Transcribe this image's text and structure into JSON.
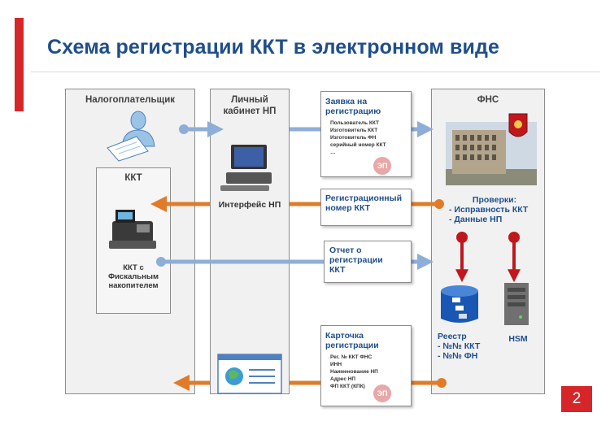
{
  "title": "Схема регистрации ККТ в электронном виде",
  "page_number": "2",
  "colors": {
    "accent_red": "#d6262a",
    "title_blue": "#1f4e8c",
    "arrow_blue": "#8eaed8",
    "arrow_orange": "#e07b2a",
    "arrow_red": "#c0171d"
  },
  "columns": {
    "taxpayer": "Налогоплательщик",
    "cabinet": "Личный кабинет НП",
    "fns": "ФНС"
  },
  "kkt_box": {
    "title": "ККТ",
    "caption": "ККТ с Фискальным накопителем"
  },
  "interface_label": "Интерфейс НП",
  "docs": {
    "application": {
      "title": "Заявка на регистрацию",
      "items": [
        "Пользователь ККТ",
        "Изготовитель ККТ",
        "Изготовитель ФН",
        "серийный номер ККТ",
        "…"
      ],
      "stamp": "ЭП"
    },
    "reg_number": {
      "title": "Регистрационный номер ККТ"
    },
    "report": {
      "title": "Отчет о регистрации ККТ"
    },
    "card": {
      "title": "Карточка регистрации",
      "items": [
        "Рег. № ККТ ФНС",
        "ИНН",
        "Наименование НП",
        "Адрес НП",
        "ФП ККТ (КПК)"
      ],
      "stamp": "ЭП"
    }
  },
  "fns": {
    "checks": [
      "Проверки:",
      "- Исправность ККТ",
      "- Данные НП"
    ],
    "registry": [
      "Реестр",
      "- №№ ККТ",
      "- №№ ФН"
    ],
    "hsm": "HSM"
  }
}
